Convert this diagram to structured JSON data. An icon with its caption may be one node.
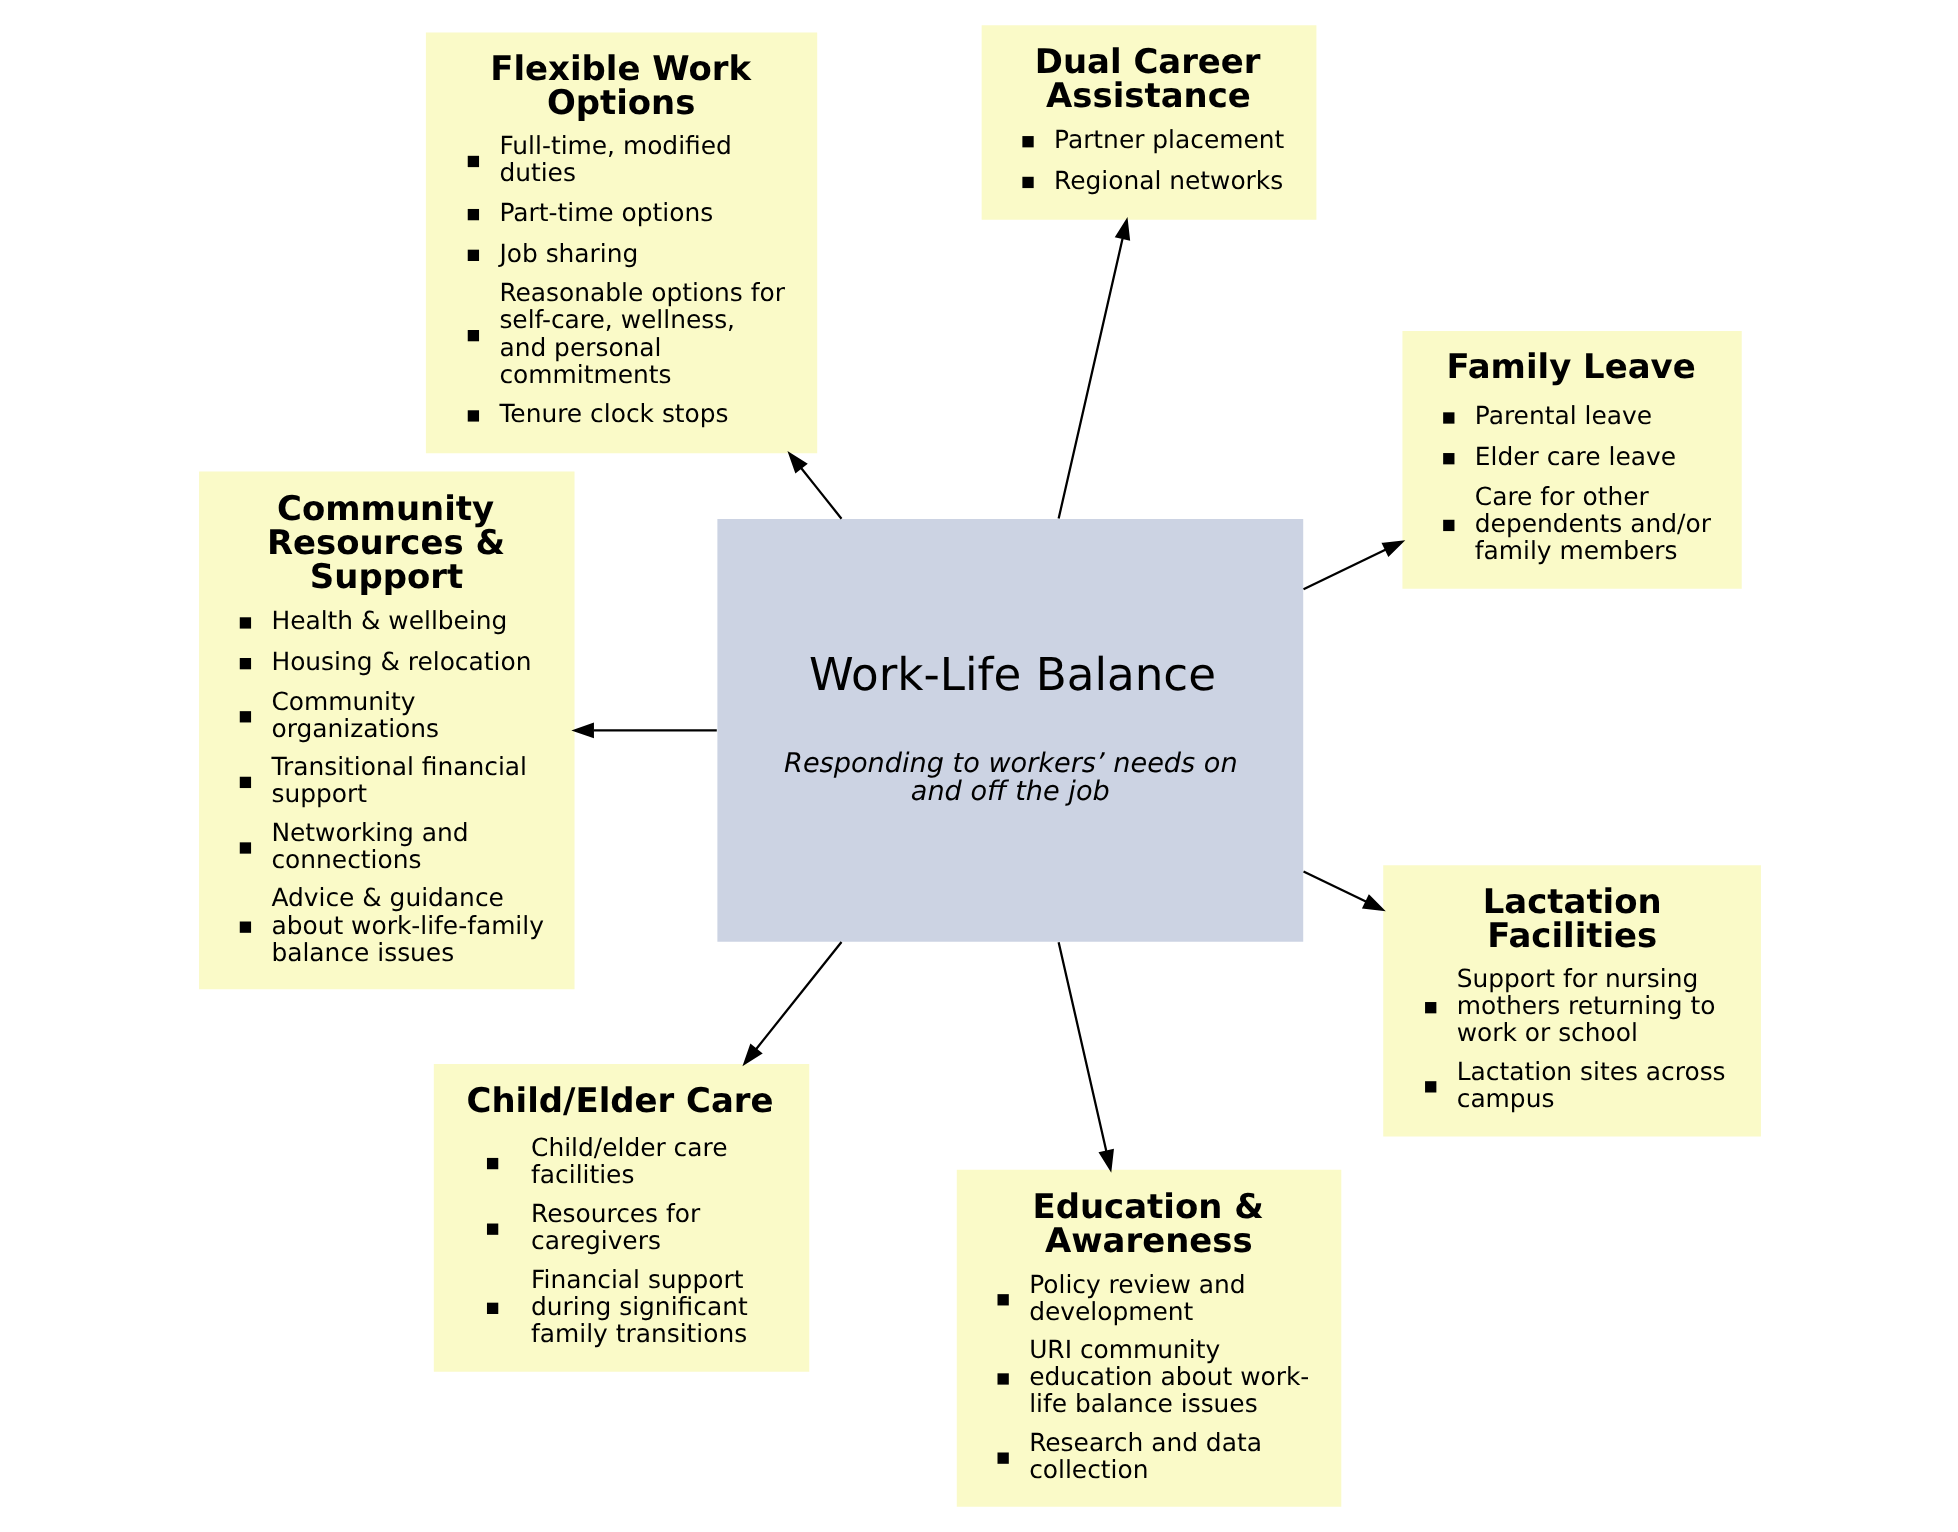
{
  "diagram": {
    "nodes": [
      {
        "text": [
          "Family Leave",
          "Parental leave",
          "Elder care leave",
          "Care for other dependents and/or family members"
        ]
      },
      {
        "text": [
          "Dual Career Assistance",
          "Partner placement",
          "Regional networks"
        ]
      },
      {
        "text": [
          "Flexible Work Options",
          "Full-time, modified duties",
          "Part-time options",
          "Job sharing",
          "Reasonable options for self-care, wellness, and personal commitments",
          "Tenure clock stops"
        ]
      },
      {
        "text": [
          "Community Resources & Support",
          "Health & wellbeing",
          "Housing & relocation",
          "Community organizations",
          "Transitional financial support",
          "Networking and connections",
          "Advice & guidance about work-life-family balance issues"
        ]
      },
      {
        "text": [
          "Work-Life Balance",
          "Responding to workers’ needs on and off the job"
        ]
      },
      {
        "text": [
          "Child/Elder Care",
          "Child/elder care facilities",
          "Resources for caregivers",
          "Financial support during significant family transitions"
        ]
      },
      {
        "text": [
          "Education & Awareness",
          "Policy review and development",
          "URI community education about work-life balance issues",
          "Research and data collection"
        ]
      },
      {
        "text": [
          "Lactation Facilities",
          "Support for nursing mothers returning to work or school",
          "Lactation sites across campus"
        ]
      }
    ],
    "edges": [
      {
        "from": 4,
        "to": 0,
        "arrow": "to"
      },
      {
        "from": 4,
        "to": 1,
        "arrow": "to"
      },
      {
        "from": 4,
        "to": 2,
        "arrow": "to"
      },
      {
        "from": 4,
        "to": 5,
        "arrow": "to"
      },
      {
        "from": 4,
        "to": 7,
        "arrow": "to"
      },
      {
        "from": 4,
        "to": 6,
        "arrow": "to"
      },
      {
        "from": 4,
        "to": 3,
        "arrow": "to"
      }
    ]
  }
}
